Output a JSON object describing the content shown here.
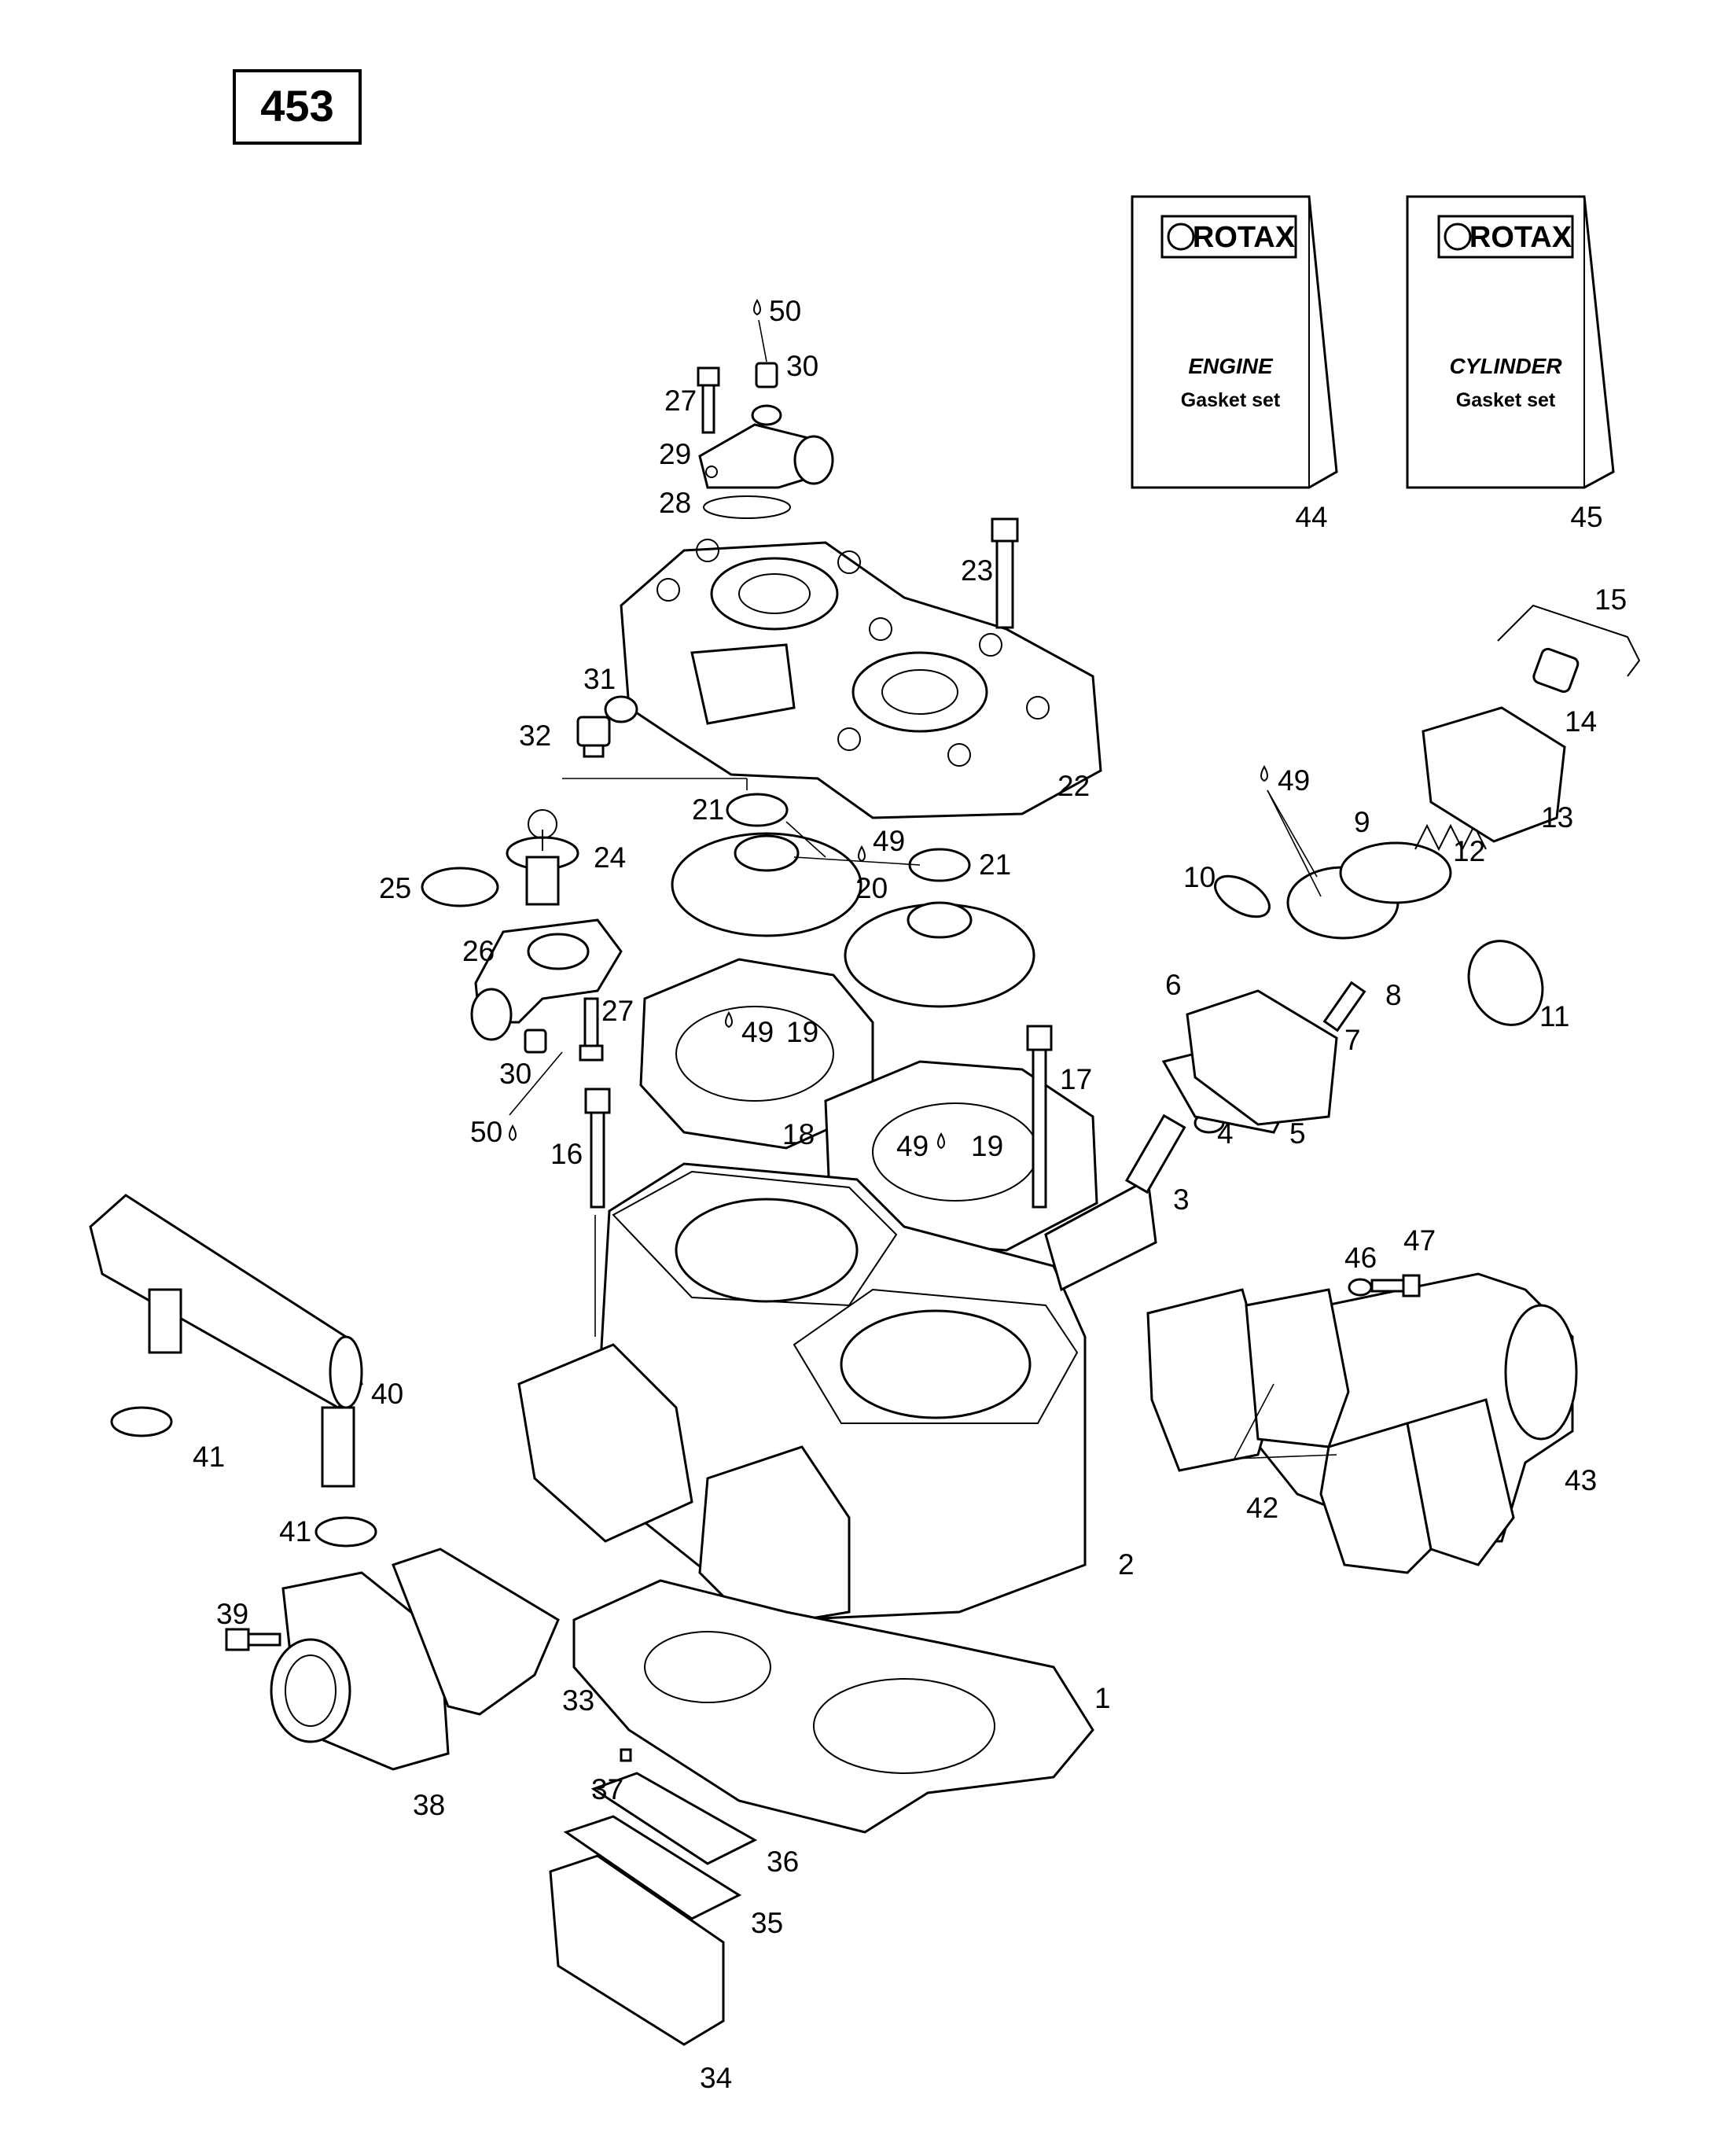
{
  "page_number": "453",
  "booklets": [
    {
      "brand": "ROTAX",
      "title": "ENGINE",
      "subtitle": "Gasket set",
      "callout": "44"
    },
    {
      "brand": "ROTAX",
      "title": "CYLINDER",
      "subtitle": "Gasket set",
      "callout": "45"
    }
  ],
  "callouts": {
    "c1": "1",
    "c2": "2",
    "c3": "3",
    "c4": "4",
    "c5": "5",
    "c6": "6",
    "c7": "7",
    "c8": "8",
    "c9": "9",
    "c10": "10",
    "c11": "11",
    "c12": "12",
    "c13": "13",
    "c14": "14",
    "c15": "15",
    "c16": "16",
    "c17": "17",
    "c18": "18",
    "c19a": "19",
    "c19b": "19",
    "c20": "20",
    "c21a": "21",
    "c21b": "21",
    "c22": "22",
    "c23": "23",
    "c24": "24",
    "c25": "25",
    "c26": "26",
    "c27a": "27",
    "c27b": "27",
    "c28": "28",
    "c29": "29",
    "c30a": "30",
    "c30b": "30",
    "c31": "31",
    "c32": "32",
    "c33": "33",
    "c34": "34",
    "c35": "35",
    "c36": "36",
    "c37": "37",
    "c38": "38",
    "c39": "39",
    "c40": "40",
    "c41a": "41",
    "c41b": "41",
    "c42": "42",
    "c43": "43",
    "c46": "46",
    "c47": "47",
    "c49a": "49",
    "c49b": "49",
    "c49c": "49",
    "c49d": "49",
    "c50a": "50",
    "c50b": "50"
  }
}
